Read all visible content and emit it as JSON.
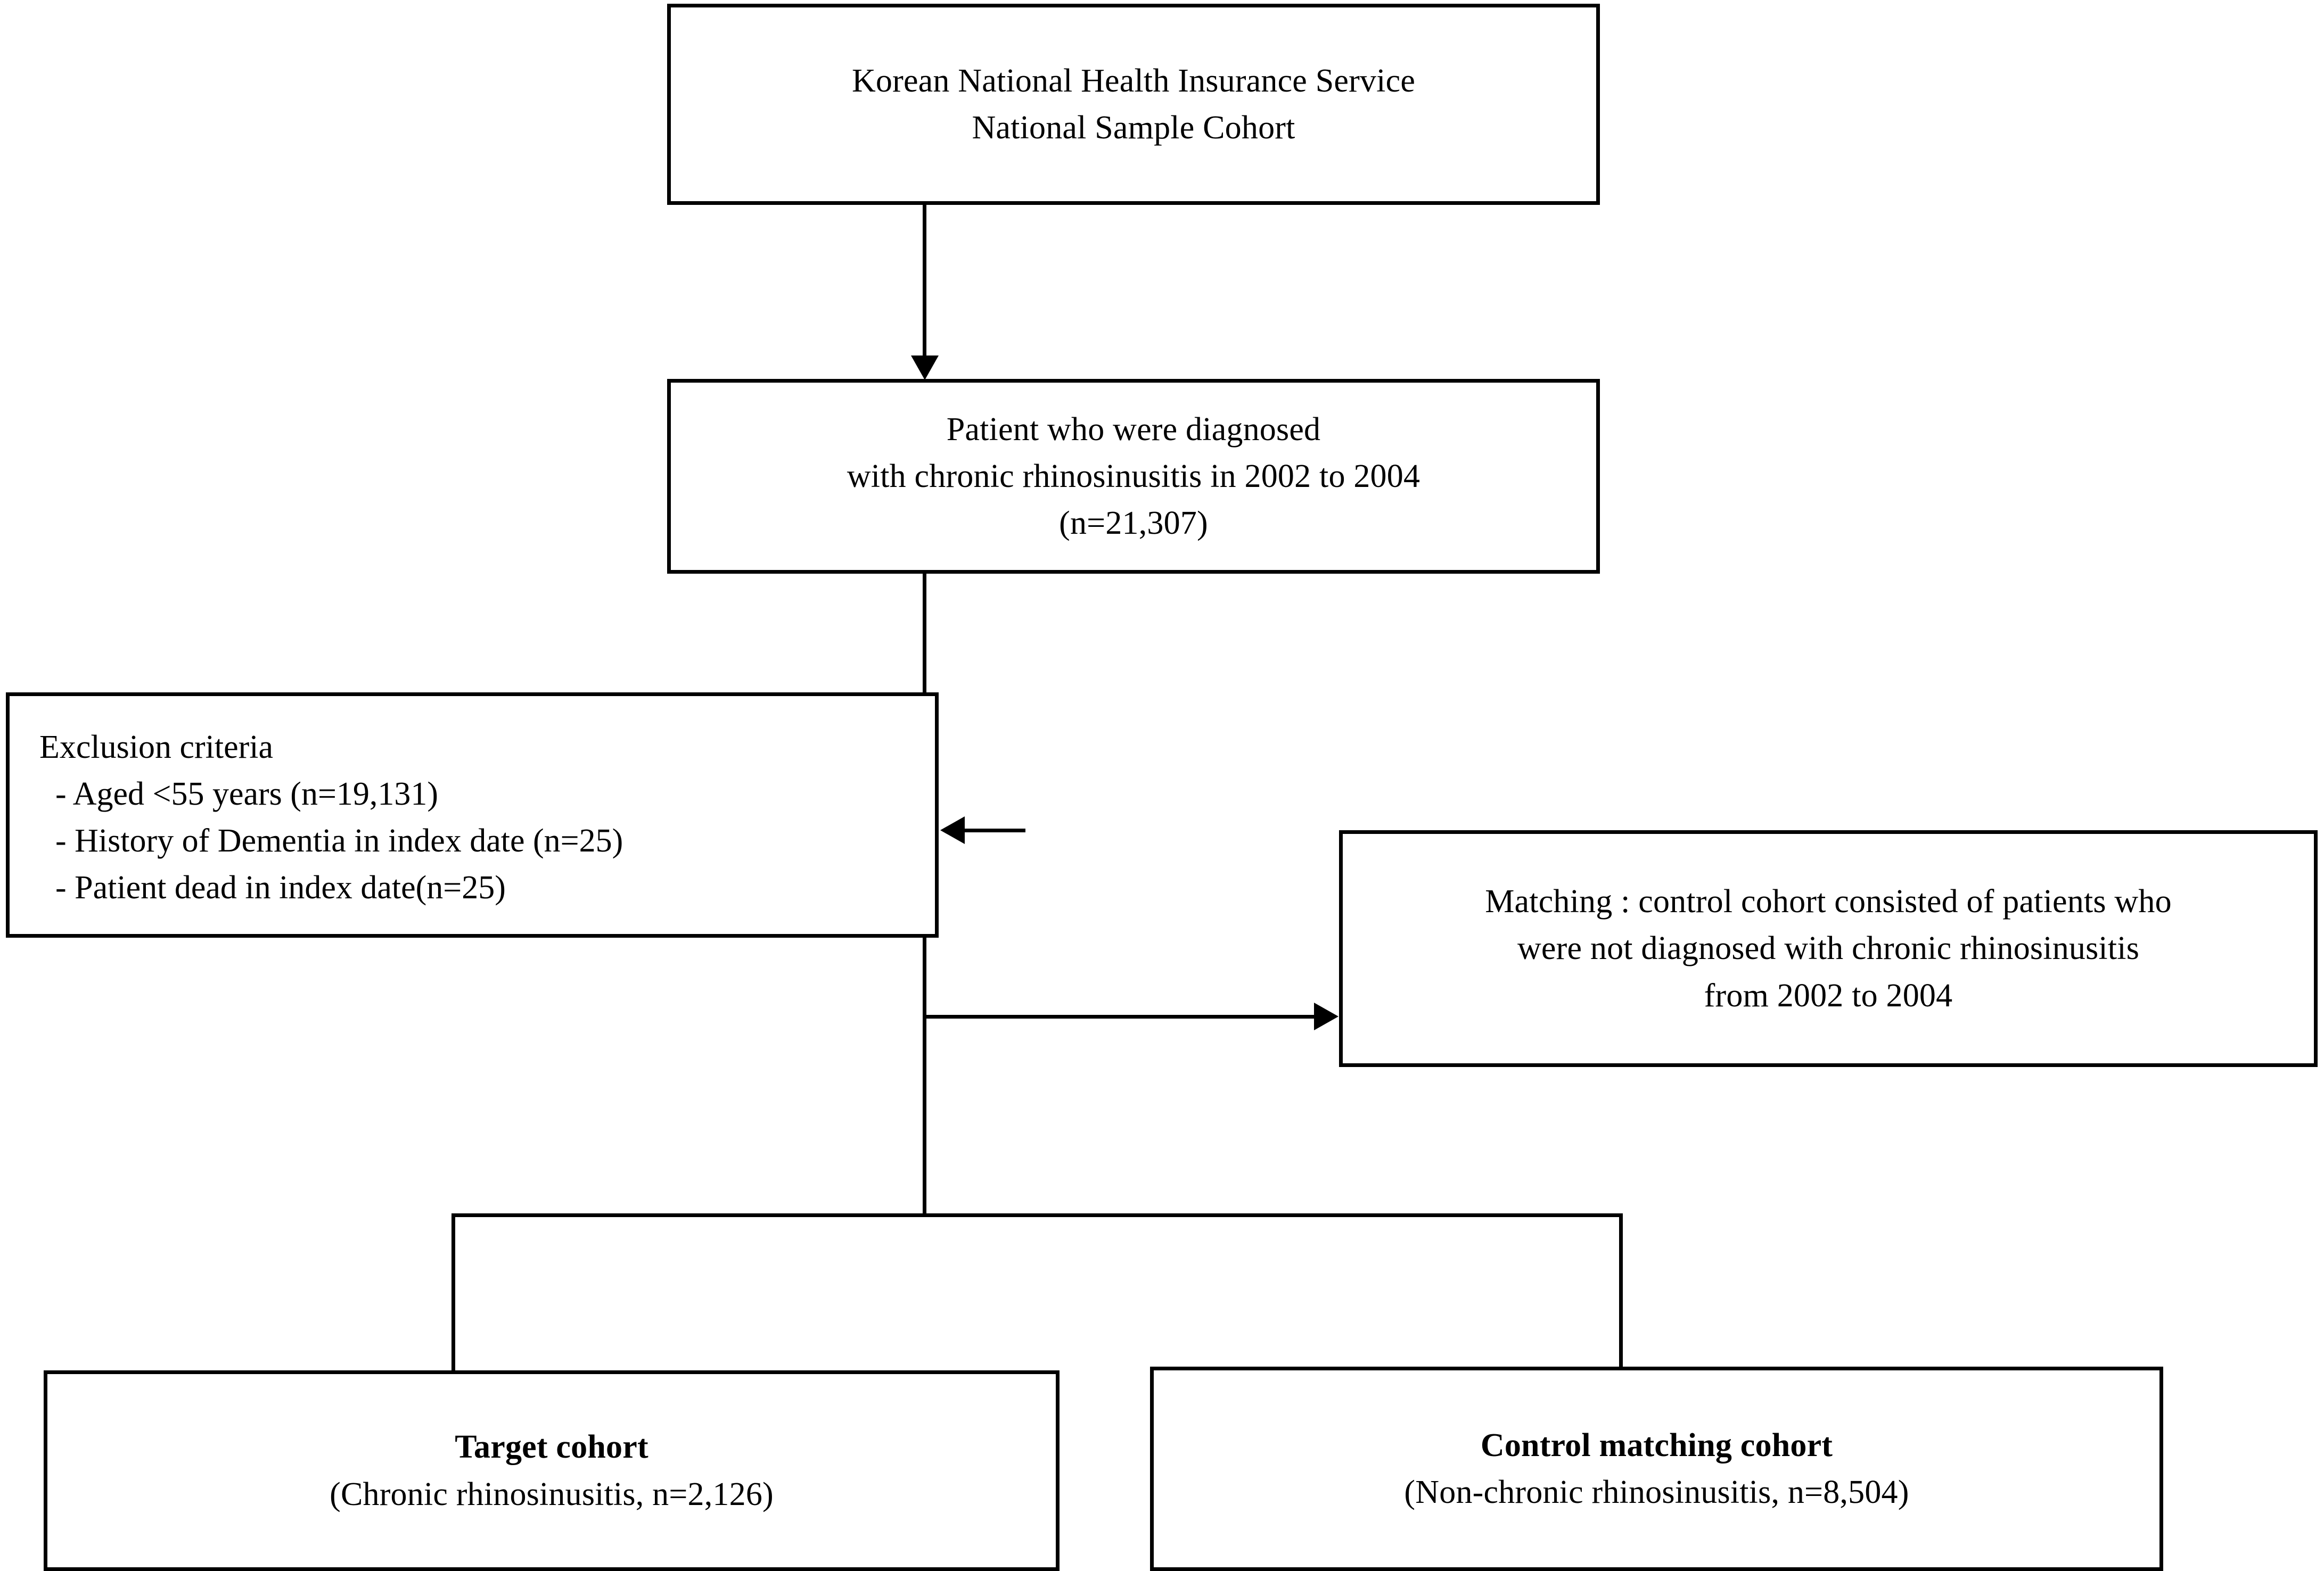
{
  "diagram": {
    "title": "Study cohort selection flowchart",
    "type": "flowchart",
    "background_color": "#ffffff",
    "line_color": "#000000",
    "text_color": "#000000"
  },
  "nodes": {
    "source": {
      "name": "source-cohort-box",
      "lines": [
        "Korean National Health Insurance Service",
        "National Sample Cohort"
      ]
    },
    "diagnosed": {
      "name": "diagnosed-patients-box",
      "lines": [
        "Patient who were diagnosed",
        "with chronic rhinosinusitis in 2002 to 2004",
        "(n=21,307)"
      ]
    },
    "exclusion": {
      "name": "exclusion-criteria-box",
      "heading": "Exclusion criteria",
      "items": [
        "- Aged <55 years (n=19,131)",
        "- History of  Dementia in index date (n=25)",
        "- Patient dead in index date(n=25)"
      ]
    },
    "matching": {
      "name": "matching-box",
      "lines": [
        "Matching : control cohort consisted of patients who",
        "were not diagnosed with chronic rhinosinusitis",
        "from 2002 to 2004"
      ]
    },
    "target_cohort": {
      "name": "target-cohort-box",
      "title": "Target cohort",
      "detail": "(Chronic rhinosinusitis, n=2,126)"
    },
    "control_cohort": {
      "name": "control-matching-cohort-box",
      "title": "Control matching cohort",
      "detail": "(Non-chronic rhinosinusitis, n=8,504)"
    }
  },
  "connectors": [
    {
      "name": "source-to-diagnosed-arrow",
      "kind": "arrow-down"
    },
    {
      "name": "diagnosed-to-exclusion-arrow",
      "kind": "arrow-left"
    },
    {
      "name": "diagnosed-to-matching-arrow",
      "kind": "arrow-right"
    },
    {
      "name": "split-to-cohorts-connector",
      "kind": "bracket-down"
    }
  ],
  "counts": {
    "source_total": "",
    "diagnosed_n": "21,307",
    "excluded_age": "19,131",
    "excluded_dementia": "25",
    "excluded_dead": "25",
    "target_n": "2,126",
    "control_n": "8,504"
  }
}
